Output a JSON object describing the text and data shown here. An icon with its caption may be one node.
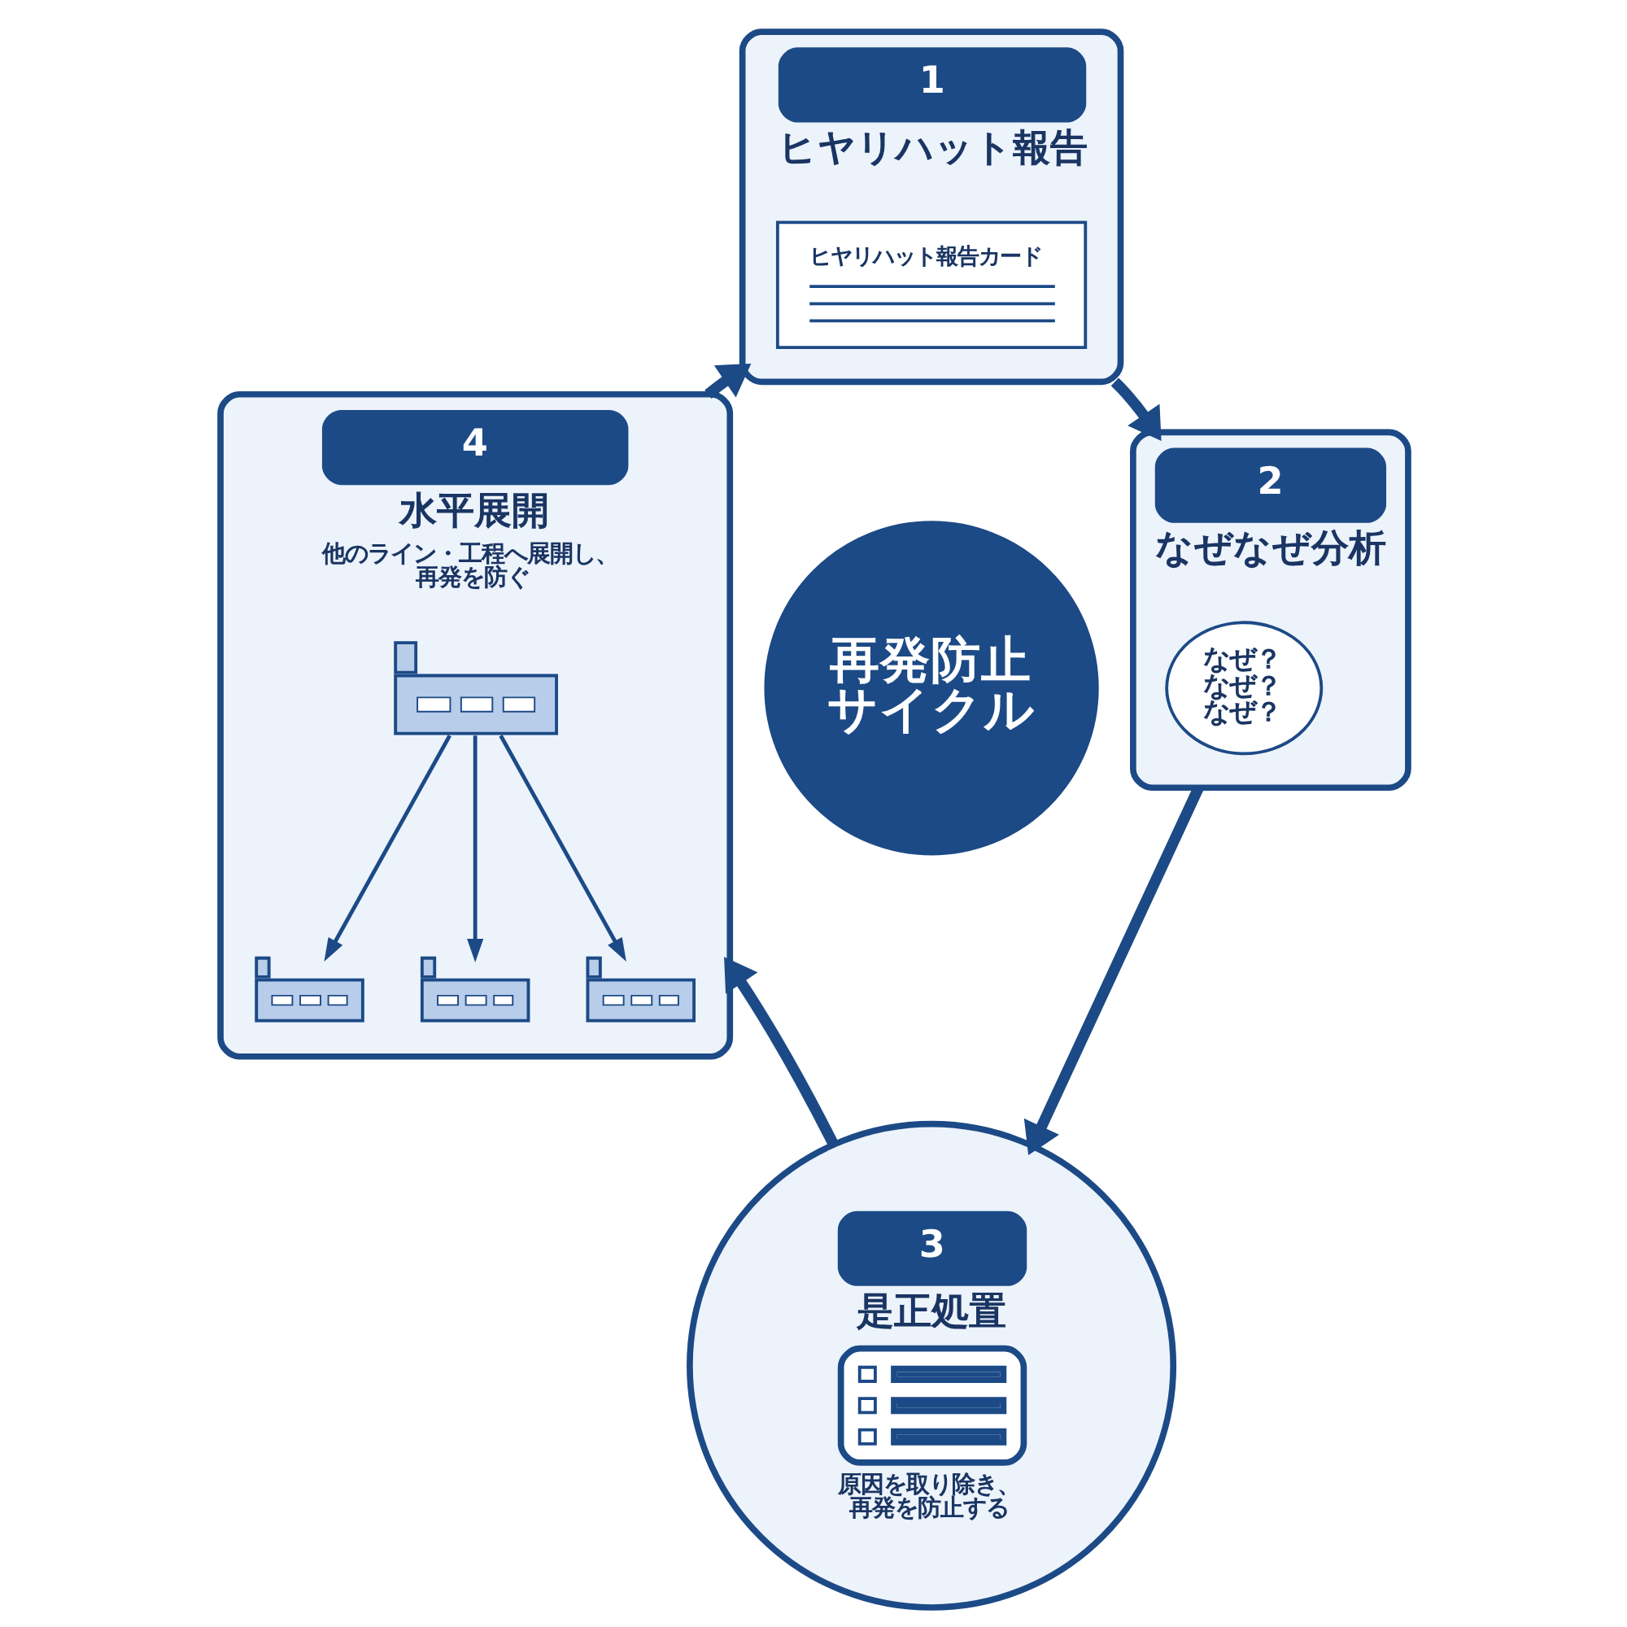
{
  "diagram": {
    "nodes": [
      {
        "text": [
          "1",
          "ヒヤリハット報告"
        ]
      },
      {
        "text": [
          "ヒヤリハット報告カード"
        ],
        "in": 0
      },
      {
        "text": [
          "2",
          "なぜなぜ分析"
        ]
      },
      {
        "text": [
          "なぜ？なぜ？なぜ？"
        ],
        "in": 2
      },
      {
        "text": [
          "3",
          "是正処置",
          "原因を取り除き、再発を防止する"
        ]
      },
      {
        "text": [
          "4",
          "水平展開",
          "他のライン・工程へ展開し、再発を防ぐ"
        ]
      },
      {
        "text": [],
        "shape": "picture",
        "in": 5
      },
      {
        "text": [],
        "shape": "picture",
        "in": 5
      },
      {
        "text": [],
        "shape": "picture",
        "in": 5
      },
      {
        "text": [],
        "shape": "picture",
        "in": 5
      },
      {
        "text": [
          "再発防止サイクル"
        ]
      }
    ],
    "edges": [
      {
        "from": 0,
        "to": 2,
        "arrow": "to"
      },
      {
        "from": 2,
        "to": 4,
        "arrow": "to"
      },
      {
        "from": 4,
        "to": 5,
        "arrow": "to"
      },
      {
        "from": 5,
        "to": 0,
        "arrow": "to"
      },
      {
        "from": 6,
        "to": 7,
        "arrow": "to"
      },
      {
        "from": 6,
        "to": 8,
        "arrow": "to"
      },
      {
        "from": 6,
        "to": 9,
        "arrow": "to"
      }
    ]
  }
}
